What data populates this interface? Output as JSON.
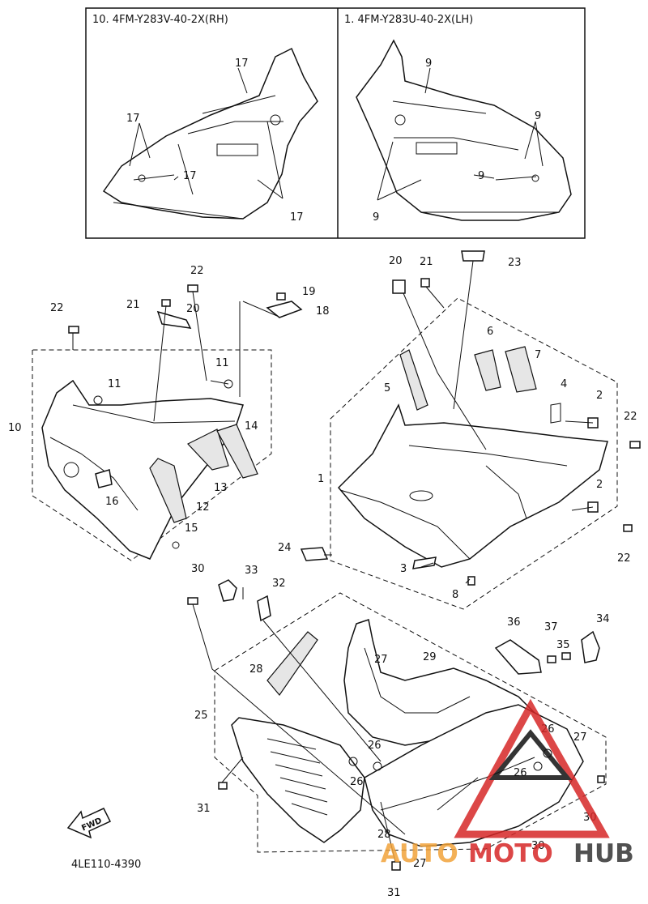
{
  "header": {
    "rh_label": "10. 4FM-Y283V-40-2X(RH)",
    "lh_label": "1. 4FM-Y283U-40-2X(LH)"
  },
  "callouts": {
    "c1": "1",
    "c2": "2",
    "c3": "3",
    "c4": "4",
    "c5": "5",
    "c6": "6",
    "c7": "7",
    "c8": "8",
    "c9": "9",
    "c10": "10",
    "c11": "11",
    "c12": "12",
    "c13": "13",
    "c14": "14",
    "c15": "15",
    "c16": "16",
    "c17": "17",
    "c18": "18",
    "c19": "19",
    "c20": "20",
    "c21": "21",
    "c22": "22",
    "c23": "23",
    "c24": "24",
    "c25": "25",
    "c26": "26",
    "c27": "27",
    "c28": "28",
    "c29": "29",
    "c30": "30",
    "c31": "31",
    "c32": "32",
    "c33": "33",
    "c34": "34",
    "c35": "35",
    "c36": "36",
    "c37": "37"
  },
  "fwd_label": "FWD",
  "diagram_code": "4LE110-4390",
  "watermark": {
    "text_a": "AUTO",
    "text_b": "MOTO",
    "text_c": "HUB",
    "color_red": "#d62828",
    "color_orange": "#f2a33a",
    "color_dark": "#333333"
  }
}
